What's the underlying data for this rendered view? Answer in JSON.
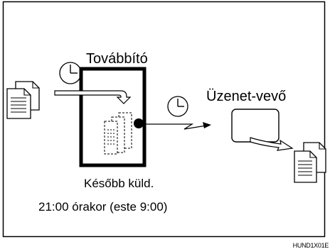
{
  "labels": {
    "sender": "Továbbító",
    "receiver": "Üzenet-vevő",
    "send_later": "Később küld.",
    "time": "21:00 órakor (este 9:00)",
    "image_code": "HUND1X01E"
  },
  "icons": {
    "source_document": "document-stack-icon",
    "clock_incoming": "clock-icon",
    "clock_outgoing": "clock-icon",
    "stored_documents": "stored-documents-icon",
    "transmission_point": "dot-icon",
    "received_document": "document-stack-icon"
  },
  "colors": {
    "line": "#000000",
    "background": "#ffffff"
  }
}
